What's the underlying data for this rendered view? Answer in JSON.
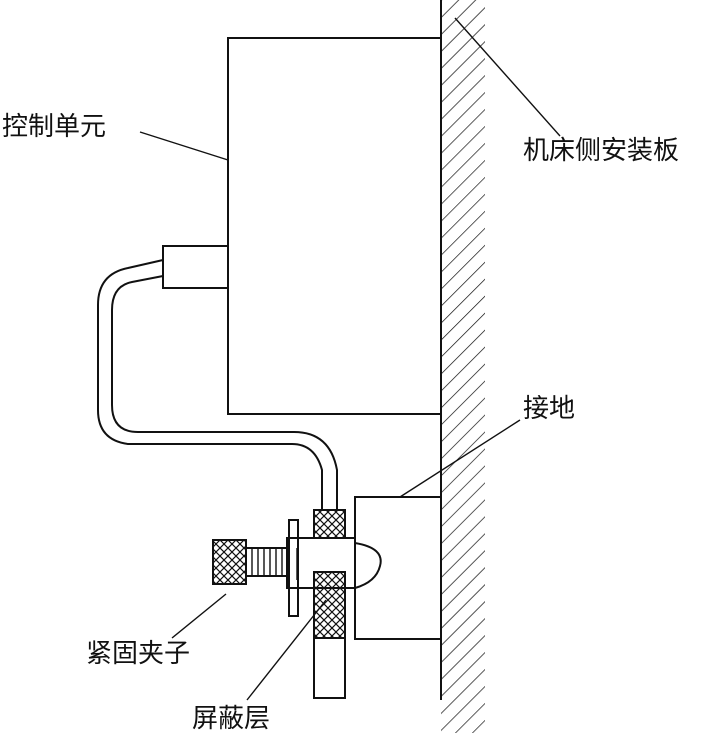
{
  "labels": {
    "control_unit": "控制单元",
    "mounting_plate": "机床侧安装板",
    "ground": "接地",
    "clamp": "紧固夹子",
    "shield_layer": "屏蔽层"
  },
  "colors": {
    "line": "#111111",
    "background": "#ffffff"
  }
}
